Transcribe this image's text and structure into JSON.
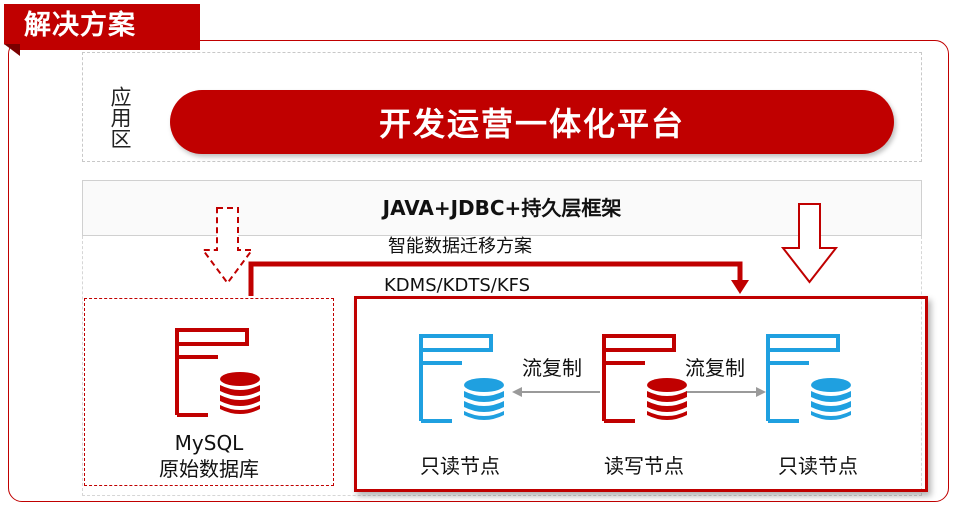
{
  "title": "解决方案",
  "app_zone": {
    "label": "应用区",
    "platform": "开发运营一体化平台"
  },
  "framework": "JAVA+JDBC+持久层框架",
  "migration": {
    "label": "智能数据迁移方案",
    "tools": "KDMS/KDTS/KFS"
  },
  "source": {
    "line1": "MySQL",
    "line2": "原始数据库"
  },
  "cluster": {
    "left_node": "只读节点",
    "center_node": "读写节点",
    "right_node": "只读节点",
    "left_replication": "流复制",
    "right_replication": "流复制"
  },
  "colors": {
    "accent": "#c00000",
    "replica": "#1fa0e0",
    "dashed_border": "#c8c8c8"
  }
}
